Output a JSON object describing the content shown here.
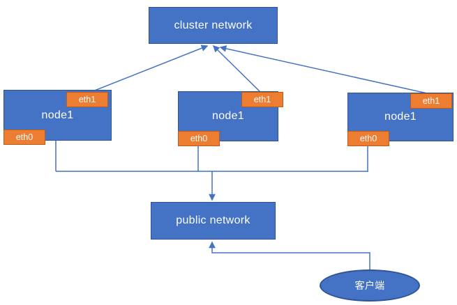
{
  "diagram": {
    "cluster_network": {
      "label": "cluster network"
    },
    "nodes": [
      {
        "label": "node1",
        "eth1": "eth1",
        "eth0": "eth0"
      },
      {
        "label": "node1",
        "eth1": "eth1",
        "eth0": "eth0"
      },
      {
        "label": "node1",
        "eth1": "eth1",
        "eth0": "eth0"
      }
    ],
    "public_network": {
      "label": "public network"
    },
    "client": {
      "label": "客户端"
    },
    "colors": {
      "shape_fill": "#4472C4",
      "shape_border": "#2F5496",
      "tag_fill": "#ED7D31",
      "tag_border": "#BC5B1D",
      "connector": "#4472C4",
      "text": "#FFFFFF",
      "background": "#FFFFFF"
    }
  }
}
